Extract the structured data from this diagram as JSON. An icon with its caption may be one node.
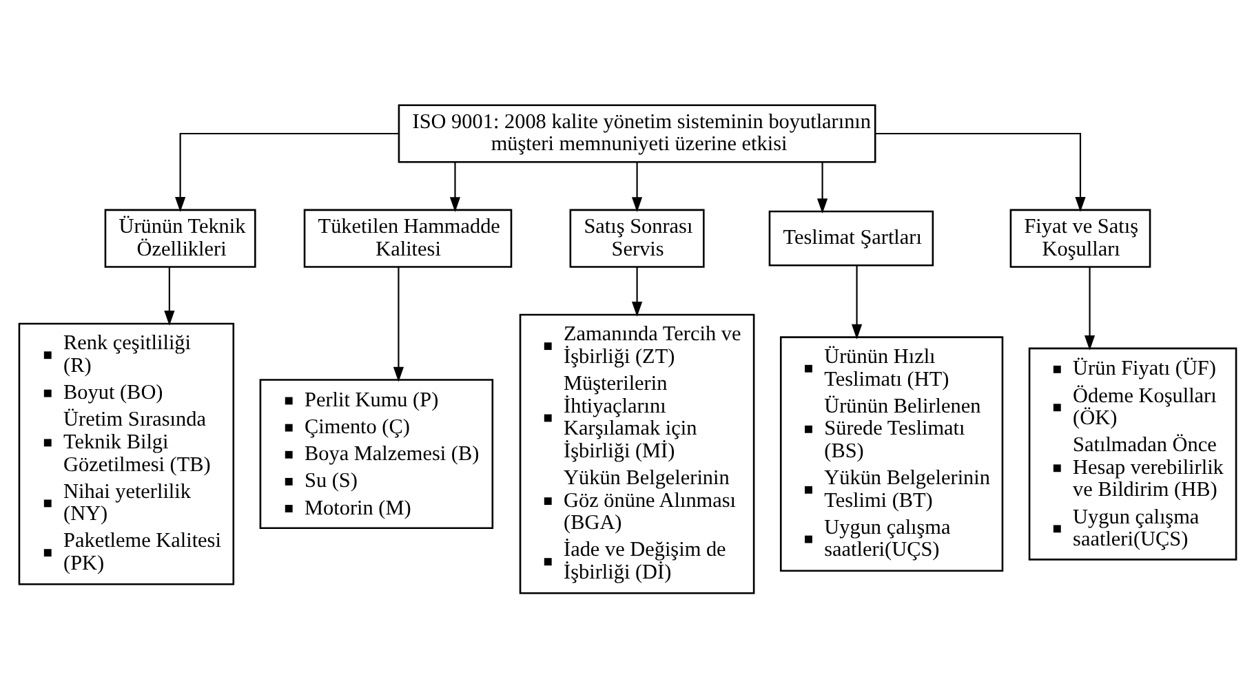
{
  "diagram": {
    "nodes": [
      {
        "text": [
          "ISO 9001: 2008 kalite yönetim sisteminin boyutlarının müşteri memnuniyeti üzerine etkisi"
        ]
      },
      {
        "text": [
          "Ürünün Teknik Özellikleri"
        ]
      },
      {
        "text": [
          "Tüketilen Hammadde Kalitesi"
        ]
      },
      {
        "text": [
          "Satış Sonrası Servis"
        ]
      },
      {
        "text": [
          "Teslimat Şartları"
        ]
      },
      {
        "text": [
          "Fiyat ve Satış Koşulları"
        ]
      },
      {
        "text": [
          "Renk çeşitliliği (R)",
          "Boyut (BO)",
          "Üretim Sırasında Teknik Bilgi Gözetilmesi (TB)",
          "Nihai yeterlilik (NY)",
          "Paketleme Kalitesi (PK)"
        ]
      },
      {
        "text": [
          "Perlit Kumu (P)",
          "Çimento (Ç)",
          "Boya Malzemesi (B)",
          "Su (S)",
          "Motorin (M)"
        ]
      },
      {
        "text": [
          "Zamanında Tercih ve İşbirliği (ZT)",
          "Müşterilerin İhtiyaçlarını Karşılamak için İşbirliği (Mİ)",
          "Yükün Belgelerinin Göz önüne Alınması (BGA)",
          "İade ve Değişim de İşbirliği (Dİ)"
        ]
      },
      {
        "text": [
          "Ürünün Hızlı Teslimatı (HT)",
          "Ürünün Belirlenen Sürede Teslimatı (BS)",
          "Yükün Belgelerinin Teslimi (BT)",
          "Uygun çalışma saatleri(UÇS)"
        ]
      },
      {
        "text": [
          "Ürün Fiyatı (ÜF)",
          "Ödeme Koşulları (ÖK)",
          "Satılmadan Önce Hesap verebilirlik ve Bildirim (HB)",
          "Uygun çalışma saatleri(UÇS)"
        ]
      }
    ],
    "edges": [
      {
        "from": 0,
        "to": 1,
        "arrow": "to"
      },
      {
        "from": 0,
        "to": 2,
        "arrow": "to"
      },
      {
        "from": 0,
        "to": 3,
        "arrow": "to"
      },
      {
        "from": 0,
        "to": 4,
        "arrow": "to"
      },
      {
        "from": 0,
        "to": 5,
        "arrow": "to"
      },
      {
        "from": 1,
        "to": 6,
        "arrow": "to"
      },
      {
        "from": 2,
        "to": 7,
        "arrow": "to"
      },
      {
        "from": 3,
        "to": 8,
        "arrow": "to"
      },
      {
        "from": 4,
        "to": 9,
        "arrow": "to"
      },
      {
        "from": 5,
        "to": 10,
        "arrow": "to"
      }
    ]
  }
}
